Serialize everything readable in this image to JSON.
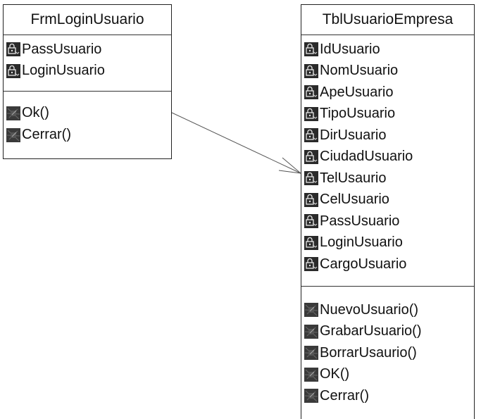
{
  "classes": {
    "frm": {
      "name": "FrmLoginUsuario",
      "attributes": [
        "PassUsuario",
        "LoginUsuario"
      ],
      "operations": [
        "Ok()",
        "Cerrar()"
      ]
    },
    "tbl": {
      "name": "TblUsuarioEmpresa",
      "attributes": [
        "IdUsuario",
        "NomUsuario",
        "ApeUsuario",
        "TipoUsuario",
        "DirUsuario",
        "CiudadUsuario",
        "TelUsaurio",
        "CelUsuario",
        "PassUsuario",
        "LoginUsuario",
        "CargoUsuario"
      ],
      "operations": [
        "NuevoUsuario()",
        "GrabarUsuario()",
        "BorrarUsaurio()",
        "OK()",
        "Cerrar()"
      ]
    }
  },
  "icons": {
    "attribute": "private-attribute-lock-icon",
    "operation": "operation-icon"
  },
  "relation": {
    "from": "FrmLoginUsuario",
    "to": "TblUsuarioEmpresa",
    "type": "navigable-association"
  }
}
